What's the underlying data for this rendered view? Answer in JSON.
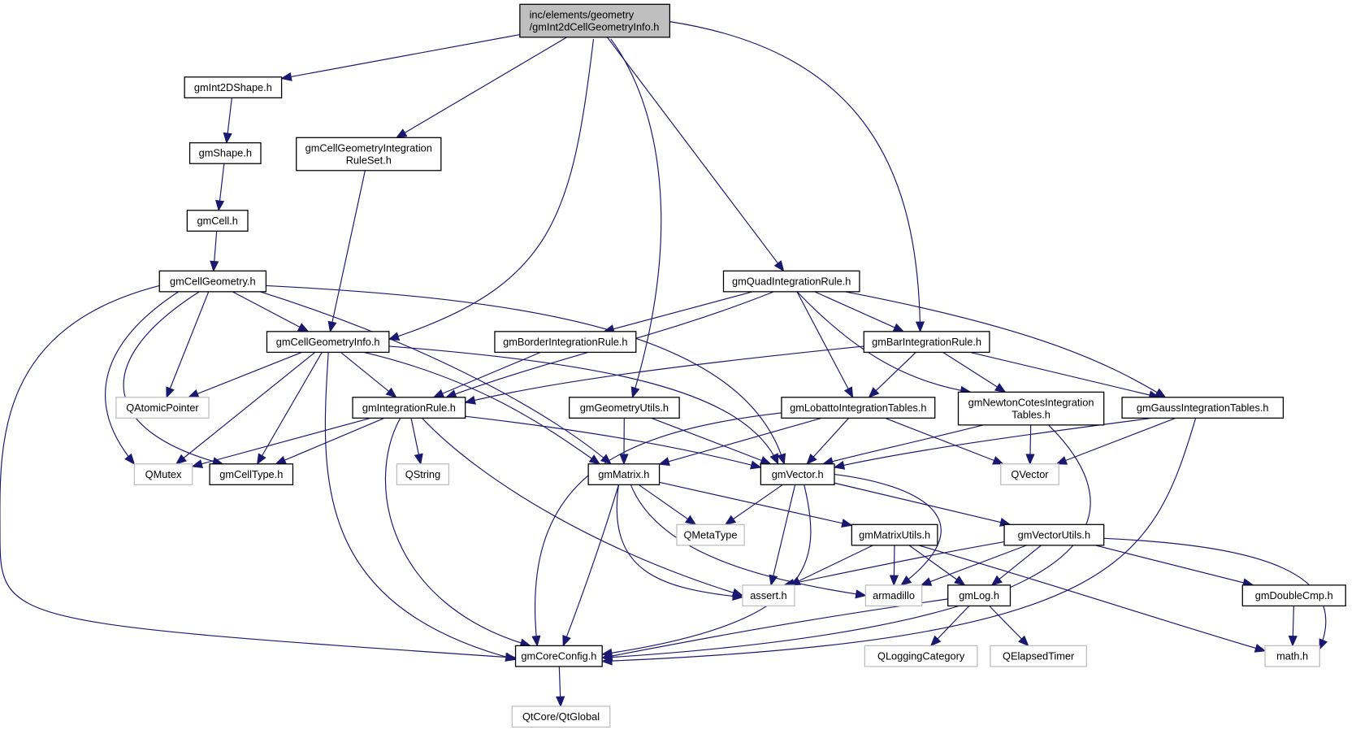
{
  "graph": {
    "title": "Include dependency graph for gmInt2dCellGeometryInfo.h",
    "edge_color": "#191970",
    "root_fill": "#bfbfbf",
    "external_border": "#bfbfbf",
    "nodes": [
      {
        "id": "root",
        "label": [
          "inc/elements/geometry",
          "/gmInt2dCellGeometryInfo.h"
        ],
        "kind": "root"
      },
      {
        "id": "gmInt2DShape",
        "label": [
          "gmInt2DShape.h"
        ],
        "kind": "internal"
      },
      {
        "id": "gmShape",
        "label": [
          "gmShape.h"
        ],
        "kind": "internal"
      },
      {
        "id": "gmCell",
        "label": [
          "gmCell.h"
        ],
        "kind": "internal"
      },
      {
        "id": "gmCellGeometry",
        "label": [
          "gmCellGeometry.h"
        ],
        "kind": "internal"
      },
      {
        "id": "gmCellGeometryIntegrationRuleSet",
        "label": [
          "gmCellGeometryIntegration",
          "RuleSet.h"
        ],
        "kind": "internal"
      },
      {
        "id": "gmCellGeometryInfo",
        "label": [
          "gmCellGeometryInfo.h"
        ],
        "kind": "internal"
      },
      {
        "id": "QAtomicPointer",
        "label": [
          "QAtomicPointer"
        ],
        "kind": "external"
      },
      {
        "id": "QMutex",
        "label": [
          "QMutex"
        ],
        "kind": "external"
      },
      {
        "id": "gmCellType",
        "label": [
          "gmCellType.h"
        ],
        "kind": "internal"
      },
      {
        "id": "gmIntegrationRule",
        "label": [
          "gmIntegrationRule.h"
        ],
        "kind": "internal"
      },
      {
        "id": "QString",
        "label": [
          "QString"
        ],
        "kind": "external"
      },
      {
        "id": "gmBorderIntegrationRule",
        "label": [
          "gmBorderIntegrationRule.h"
        ],
        "kind": "internal"
      },
      {
        "id": "gmQuadIntegrationRule",
        "label": [
          "gmQuadIntegrationRule.h"
        ],
        "kind": "internal"
      },
      {
        "id": "gmBarIntegrationRule",
        "label": [
          "gmBarIntegrationRule.h"
        ],
        "kind": "internal"
      },
      {
        "id": "gmGeometryUtils",
        "label": [
          "gmGeometryUtils.h"
        ],
        "kind": "internal"
      },
      {
        "id": "gmLobattoIntegrationTables",
        "label": [
          "gmLobattoIntegrationTables.h"
        ],
        "kind": "internal"
      },
      {
        "id": "gmNewtonCotesIntegrationTables",
        "label": [
          "gmNewtonCotesIntegration",
          "Tables.h"
        ],
        "kind": "internal"
      },
      {
        "id": "gmGaussIntegrationTables",
        "label": [
          "gmGaussIntegrationTables.h"
        ],
        "kind": "internal"
      },
      {
        "id": "QVector",
        "label": [
          "QVector"
        ],
        "kind": "external"
      },
      {
        "id": "gmMatrix",
        "label": [
          "gmMatrix.h"
        ],
        "kind": "internal"
      },
      {
        "id": "gmVector",
        "label": [
          "gmVector.h"
        ],
        "kind": "internal"
      },
      {
        "id": "QMetaType",
        "label": [
          "QMetaType"
        ],
        "kind": "external"
      },
      {
        "id": "gmMatrixUtils",
        "label": [
          "gmMatrixUtils.h"
        ],
        "kind": "internal"
      },
      {
        "id": "gmVectorUtils",
        "label": [
          "gmVectorUtils.h"
        ],
        "kind": "internal"
      },
      {
        "id": "assert",
        "label": [
          "assert.h"
        ],
        "kind": "external"
      },
      {
        "id": "armadillo",
        "label": [
          "armadillo"
        ],
        "kind": "external"
      },
      {
        "id": "gmLog",
        "label": [
          "gmLog.h"
        ],
        "kind": "internal"
      },
      {
        "id": "gmDoubleCmp",
        "label": [
          "gmDoubleCmp.h"
        ],
        "kind": "internal"
      },
      {
        "id": "gmCoreConfig",
        "label": [
          "gmCoreConfig.h"
        ],
        "kind": "internal"
      },
      {
        "id": "QLoggingCategory",
        "label": [
          "QLoggingCategory"
        ],
        "kind": "external"
      },
      {
        "id": "QElapsedTimer",
        "label": [
          "QElapsedTimer"
        ],
        "kind": "external"
      },
      {
        "id": "math",
        "label": [
          "math.h"
        ],
        "kind": "external"
      },
      {
        "id": "QtGlobal",
        "label": [
          "QtCore/QtGlobal"
        ],
        "kind": "external"
      }
    ],
    "edges": [
      [
        "root",
        "gmInt2DShape"
      ],
      [
        "root",
        "gmCellGeometryIntegrationRuleSet"
      ],
      [
        "root",
        "gmCellGeometryInfo"
      ],
      [
        "root",
        "gmGeometryUtils"
      ],
      [
        "root",
        "gmQuadIntegrationRule"
      ],
      [
        "root",
        "gmBarIntegrationRule"
      ],
      [
        "gmInt2DShape",
        "gmShape"
      ],
      [
        "gmShape",
        "gmCell"
      ],
      [
        "gmCell",
        "gmCellGeometry"
      ],
      [
        "gmCellGeometryIntegrationRuleSet",
        "gmCellGeometryInfo"
      ],
      [
        "gmCellGeometry",
        "gmCellGeometryInfo"
      ],
      [
        "gmCellGeometry",
        "QAtomicPointer"
      ],
      [
        "gmCellGeometry",
        "QMutex"
      ],
      [
        "gmCellGeometry",
        "gmCellType"
      ],
      [
        "gmCellGeometry",
        "gmMatrix"
      ],
      [
        "gmCellGeometry",
        "gmVector"
      ],
      [
        "gmCellGeometry",
        "gmCoreConfig"
      ],
      [
        "gmCellGeometryInfo",
        "QAtomicPointer"
      ],
      [
        "gmCellGeometryInfo",
        "QMutex"
      ],
      [
        "gmCellGeometryInfo",
        "gmCellType"
      ],
      [
        "gmCellGeometryInfo",
        "gmIntegrationRule"
      ],
      [
        "gmCellGeometryInfo",
        "gmMatrix"
      ],
      [
        "gmCellGeometryInfo",
        "gmVector"
      ],
      [
        "gmCellGeometryInfo",
        "gmCoreConfig"
      ],
      [
        "gmIntegrationRule",
        "QMutex"
      ],
      [
        "gmIntegrationRule",
        "gmCellType"
      ],
      [
        "gmIntegrationRule",
        "QString"
      ],
      [
        "gmIntegrationRule",
        "gmVector"
      ],
      [
        "gmIntegrationRule",
        "assert"
      ],
      [
        "gmIntegrationRule",
        "gmCoreConfig"
      ],
      [
        "gmBorderIntegrationRule",
        "gmIntegrationRule"
      ],
      [
        "gmQuadIntegrationRule",
        "gmBorderIntegrationRule"
      ],
      [
        "gmQuadIntegrationRule",
        "gmIntegrationRule"
      ],
      [
        "gmQuadIntegrationRule",
        "gmBarIntegrationRule"
      ],
      [
        "gmQuadIntegrationRule",
        "gmLobattoIntegrationTables"
      ],
      [
        "gmQuadIntegrationRule",
        "gmNewtonCotesIntegrationTables"
      ],
      [
        "gmQuadIntegrationRule",
        "gmGaussIntegrationTables"
      ],
      [
        "gmBarIntegrationRule",
        "gmIntegrationRule"
      ],
      [
        "gmBarIntegrationRule",
        "gmLobattoIntegrationTables"
      ],
      [
        "gmBarIntegrationRule",
        "gmNewtonCotesIntegrationTables"
      ],
      [
        "gmBarIntegrationRule",
        "gmGaussIntegrationTables"
      ],
      [
        "gmGeometryUtils",
        "gmMatrix"
      ],
      [
        "gmGeometryUtils",
        "gmVector"
      ],
      [
        "gmLobattoIntegrationTables",
        "gmMatrix"
      ],
      [
        "gmLobattoIntegrationTables",
        "gmVector"
      ],
      [
        "gmLobattoIntegrationTables",
        "QVector"
      ],
      [
        "gmLobattoIntegrationTables",
        "gmCoreConfig"
      ],
      [
        "gmNewtonCotesIntegrationTables",
        "gmVector"
      ],
      [
        "gmNewtonCotesIntegrationTables",
        "QVector"
      ],
      [
        "gmNewtonCotesIntegrationTables",
        "gmCoreConfig"
      ],
      [
        "gmGaussIntegrationTables",
        "gmVector"
      ],
      [
        "gmGaussIntegrationTables",
        "QVector"
      ],
      [
        "gmGaussIntegrationTables",
        "gmCoreConfig"
      ],
      [
        "gmMatrix",
        "QMetaType"
      ],
      [
        "gmMatrix",
        "gmMatrixUtils"
      ],
      [
        "gmMatrix",
        "assert"
      ],
      [
        "gmMatrix",
        "armadillo"
      ],
      [
        "gmMatrix",
        "gmCoreConfig"
      ],
      [
        "gmVector",
        "QMetaType"
      ],
      [
        "gmVector",
        "gmVectorUtils"
      ],
      [
        "gmVector",
        "assert"
      ],
      [
        "gmVector",
        "armadillo"
      ],
      [
        "gmVector",
        "gmCoreConfig"
      ],
      [
        "gmMatrixUtils",
        "assert"
      ],
      [
        "gmMatrixUtils",
        "armadillo"
      ],
      [
        "gmMatrixUtils",
        "gmLog"
      ],
      [
        "gmMatrixUtils",
        "math"
      ],
      [
        "gmVectorUtils",
        "assert"
      ],
      [
        "gmVectorUtils",
        "armadillo"
      ],
      [
        "gmVectorUtils",
        "gmLog"
      ],
      [
        "gmVectorUtils",
        "gmDoubleCmp"
      ],
      [
        "gmVectorUtils",
        "math"
      ],
      [
        "gmLog",
        "gmCoreConfig"
      ],
      [
        "gmLog",
        "QLoggingCategory"
      ],
      [
        "gmLog",
        "QElapsedTimer"
      ],
      [
        "gmDoubleCmp",
        "math"
      ],
      [
        "gmCoreConfig",
        "QtGlobal"
      ]
    ]
  }
}
